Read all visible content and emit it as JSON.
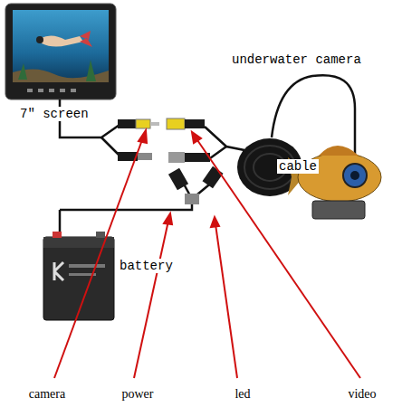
{
  "diagram": {
    "labels": [
      "underwater camera",
      "7\" screen",
      "cable",
      "battery",
      "camera",
      "power",
      "led",
      "video"
    ]
  }
}
